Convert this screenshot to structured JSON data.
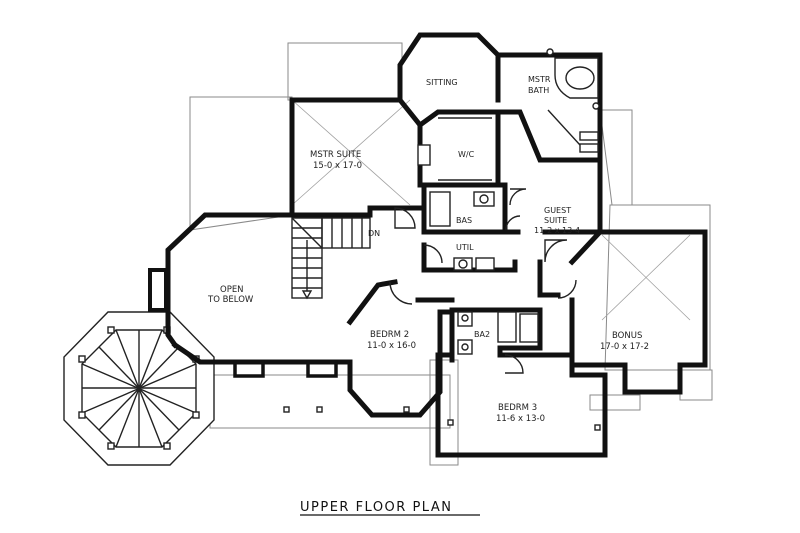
{
  "plan": {
    "title": "UPPER FLOOR PLAN",
    "rooms": {
      "sitting": "SITTING",
      "mstr_bath_1": "MSTR",
      "mstr_bath_2": "BATH",
      "wic": "W/C",
      "mstr_suite_name": "MSTR SUITE",
      "mstr_suite_dim": "15-0 x 17-0",
      "bas": "BAS",
      "guest_suite_1": "GUEST",
      "guest_suite_2": "SUITE",
      "guest_suite_dim": "11-2 x 13-4",
      "util": "UTIL",
      "dn": "DN",
      "open_1": "OPEN",
      "open_2": "TO BELOW",
      "bedrm2_name": "BEDRM 2",
      "bedrm2_dim": "11-0 x 16-0",
      "ba2": "BA2",
      "bonus_name": "BONUS",
      "bonus_dim": "17-0 x 17-2",
      "bedrm3_name": "BEDRM 3",
      "bedrm3_dim": "11-6 x 13-0"
    }
  }
}
